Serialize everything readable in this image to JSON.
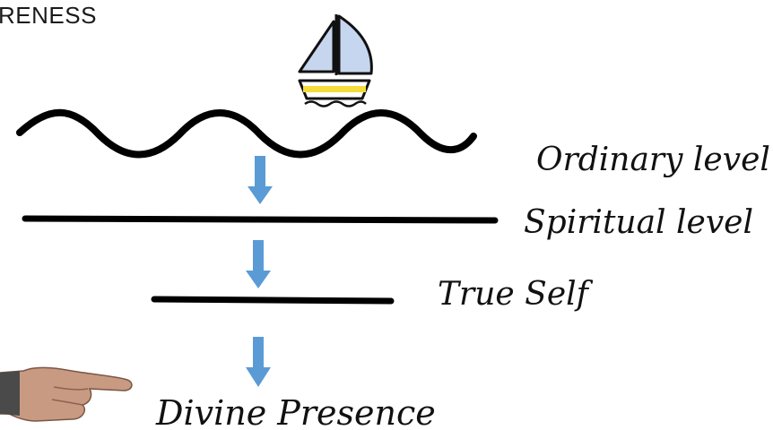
{
  "slide": {
    "title_fragment": "RENESS"
  },
  "levels": [
    {
      "label": "Ordinary level"
    },
    {
      "label": "Spiritual level"
    },
    {
      "label": "True Self"
    },
    {
      "label": "Divine Presence"
    }
  ],
  "colors": {
    "arrow": "#5b9bd5",
    "line": "#000000",
    "sail": "#c7d6ef",
    "hull_stripe": "#f4dc3a"
  },
  "icons": [
    "sailboat-icon",
    "down-arrow-icon",
    "pointing-hand-icon"
  ]
}
